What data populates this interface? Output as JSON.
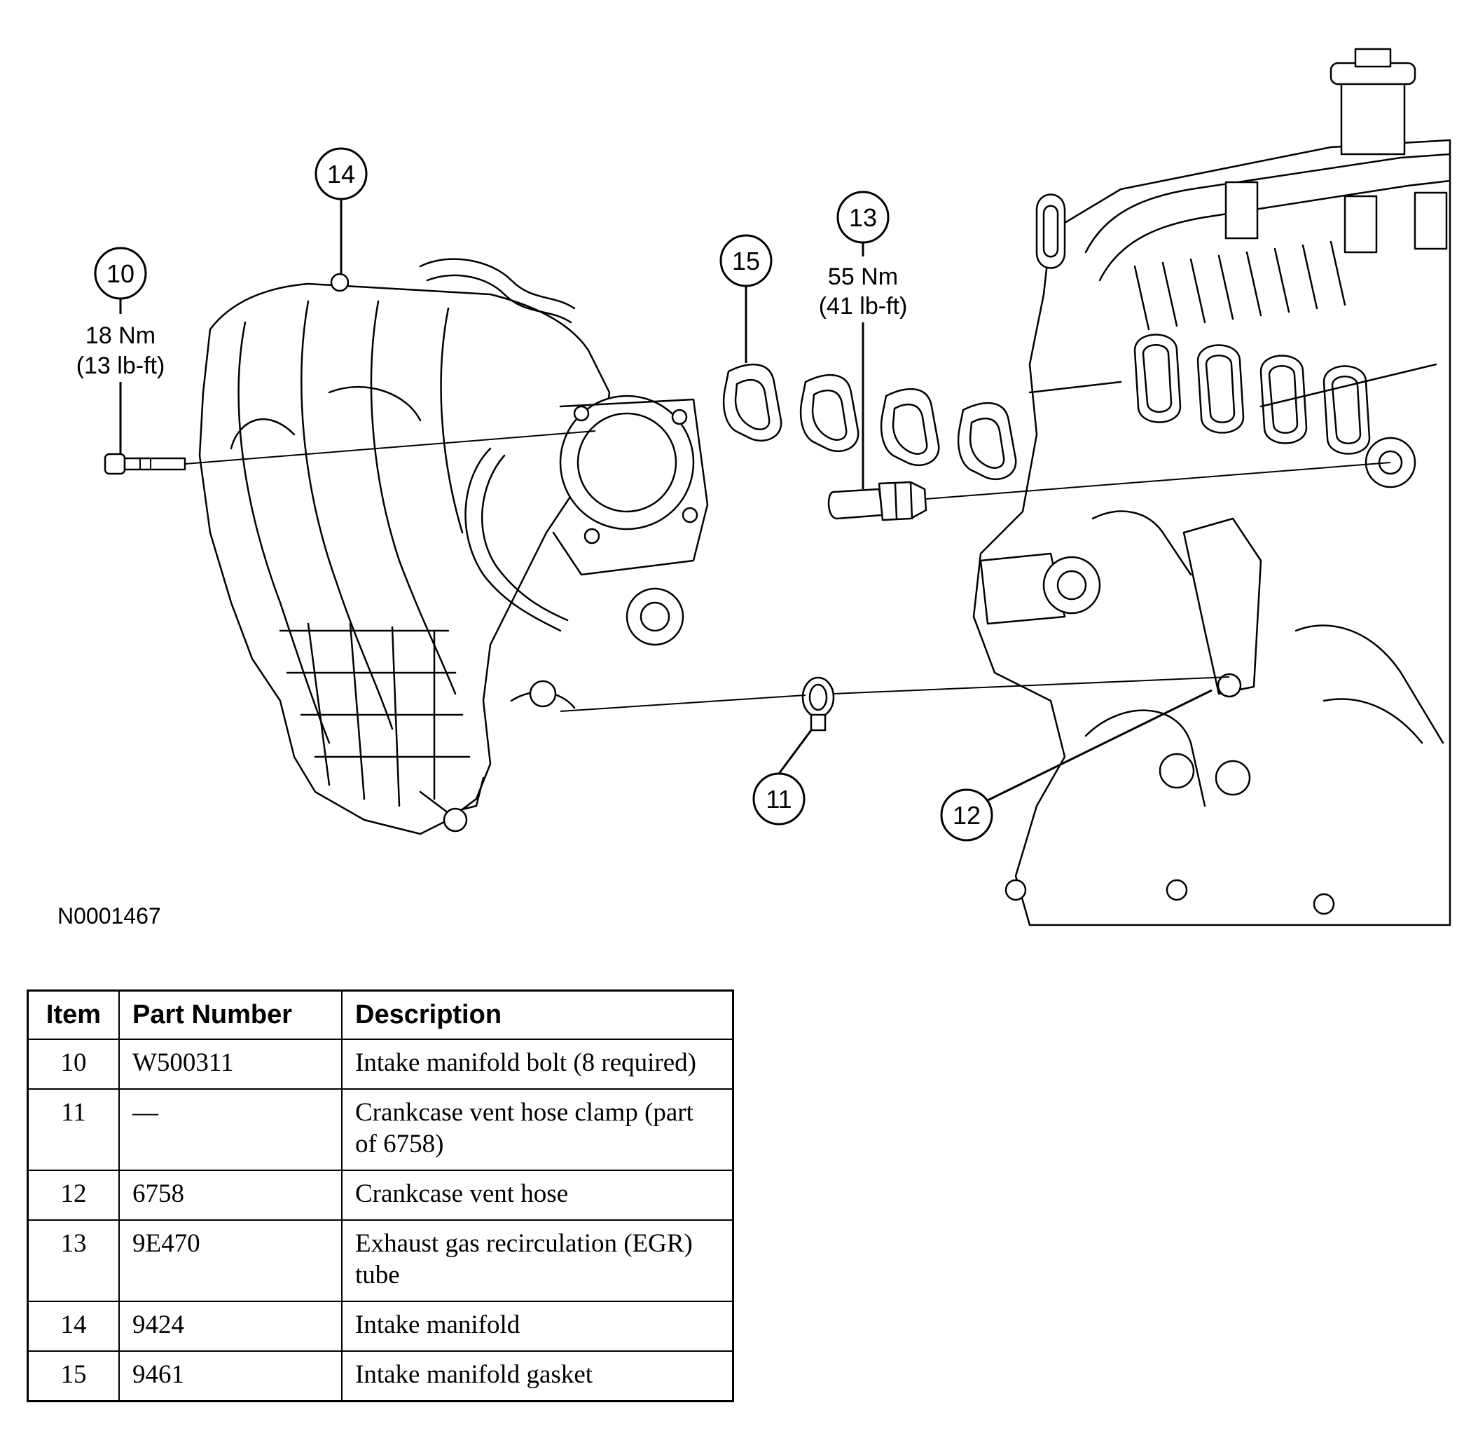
{
  "figure_id": "N0001467",
  "callouts": [
    {
      "id": "10",
      "torque": [
        "18 Nm",
        "(13 lb-ft)"
      ]
    },
    {
      "id": "11",
      "torque": []
    },
    {
      "id": "12",
      "torque": []
    },
    {
      "id": "13",
      "torque": [
        "55 Nm",
        "(41 lb-ft)"
      ]
    },
    {
      "id": "14",
      "torque": []
    },
    {
      "id": "15",
      "torque": []
    }
  ],
  "table": {
    "headers": [
      "Item",
      "Part Number",
      "Description"
    ],
    "rows": [
      {
        "item": "10",
        "part_number": "W500311",
        "description": "Intake manifold bolt (8 required)"
      },
      {
        "item": "11",
        "part_number": "—",
        "description": "Crankcase vent hose clamp (part of 6758)"
      },
      {
        "item": "12",
        "part_number": "6758",
        "description": "Crankcase vent hose"
      },
      {
        "item": "13",
        "part_number": "9E470",
        "description": "Exhaust gas recirculation (EGR) tube"
      },
      {
        "item": "14",
        "part_number": "9424",
        "description": "Intake manifold"
      },
      {
        "item": "15",
        "part_number": "9461",
        "description": "Intake manifold gasket"
      }
    ]
  }
}
